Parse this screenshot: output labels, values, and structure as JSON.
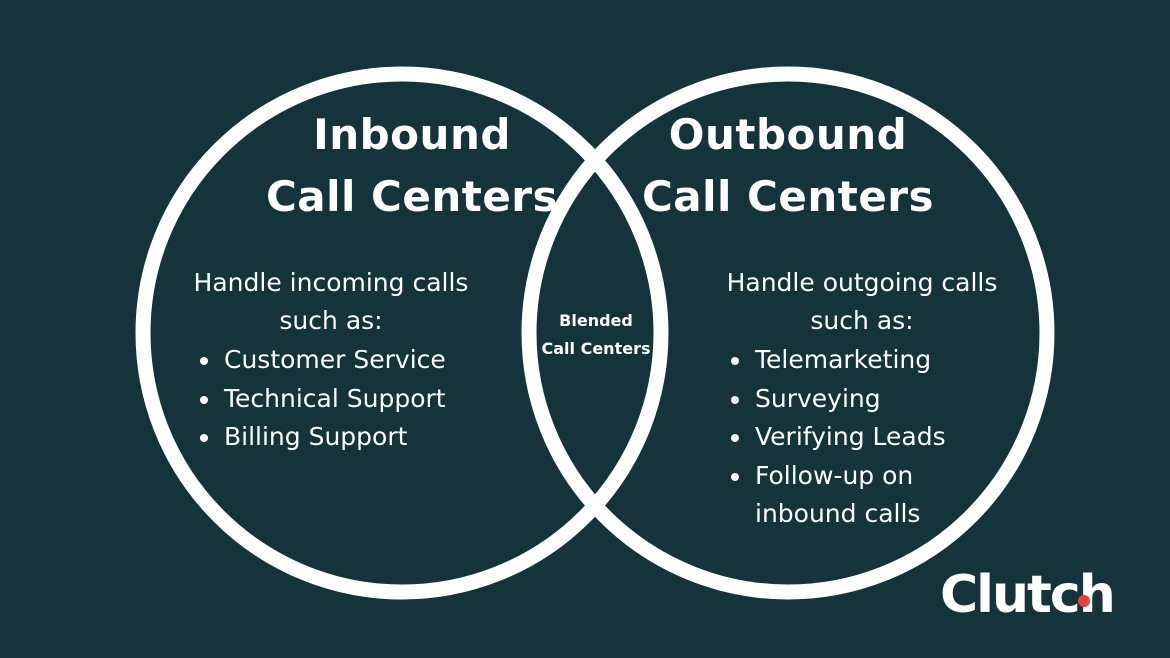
{
  "colors": {
    "background": "#15333b",
    "circle_stroke": "#ffffff",
    "text": "#ffffff",
    "logo_accent": "#ef3e36"
  },
  "inbound": {
    "title_line1": "Inbound",
    "title_line2": "Call Centers",
    "desc_line1": "Handle incoming calls",
    "desc_line2": "such as:",
    "items": [
      "Customer Service",
      "Technical Support",
      "Billing Support"
    ]
  },
  "outbound": {
    "title_line1": "Outbound",
    "title_line2": "Call Centers",
    "desc_line1": "Handle outgoing calls",
    "desc_line2": "such as:",
    "items": [
      "Telemarketing",
      "Surveying",
      "Verifying Leads",
      "Follow-up on",
      "inbound calls"
    ]
  },
  "overlap": {
    "line1": "Blended",
    "line2": "Call Centers"
  },
  "logo": {
    "text": "Clutch",
    "icon": "clutch-logo"
  }
}
